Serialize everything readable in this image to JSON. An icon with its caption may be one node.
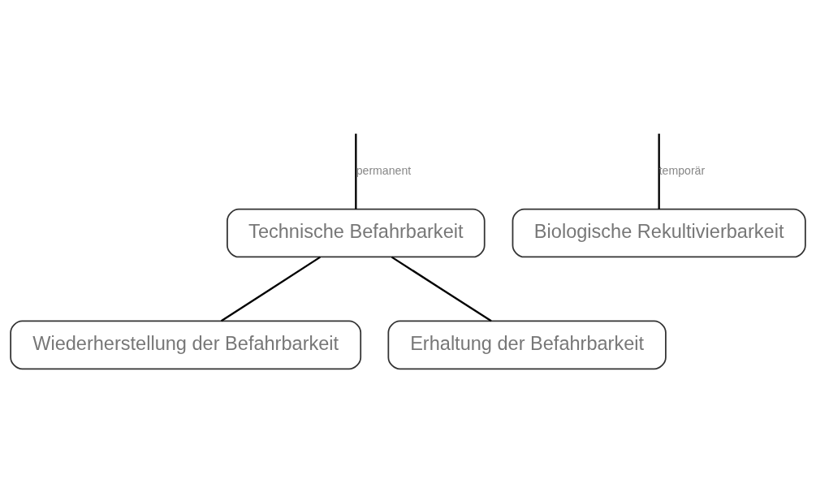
{
  "diagram": {
    "nodes": [
      {
        "text": [
          "Technische Befahrbarkeit"
        ]
      },
      {
        "text": [
          "Biologische Rekultivierbarkeit"
        ]
      },
      {
        "text": [
          "Wiederherstellung der Befahrbarkeit"
        ]
      },
      {
        "text": [
          "Erhaltung der Befahrbarkeit"
        ]
      }
    ],
    "edges": [
      {
        "from": null,
        "to": 0,
        "arrow": "none",
        "label": "permanent"
      },
      {
        "from": null,
        "to": 1,
        "arrow": "none",
        "label": "temporär"
      },
      {
        "from": 0,
        "to": 2,
        "arrow": "none"
      },
      {
        "from": 0,
        "to": 3,
        "arrow": "none"
      }
    ]
  }
}
